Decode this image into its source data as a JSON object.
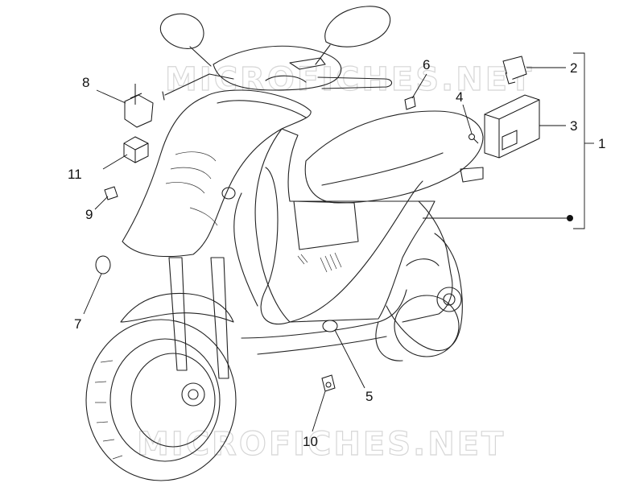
{
  "watermark": {
    "top": "MICROFICHES.NET",
    "bottom": "MICROFICHES.NET"
  },
  "callouts": {
    "c1": "1",
    "c2": "2",
    "c3": "3",
    "c4": "4",
    "c5": "5",
    "c6": "6",
    "c7": "7",
    "c8": "8",
    "c9": "9",
    "c10": "10",
    "c11": "11"
  },
  "colors": {
    "line": "#222222",
    "watermark": "#d6d6d6",
    "background": "#ffffff"
  }
}
